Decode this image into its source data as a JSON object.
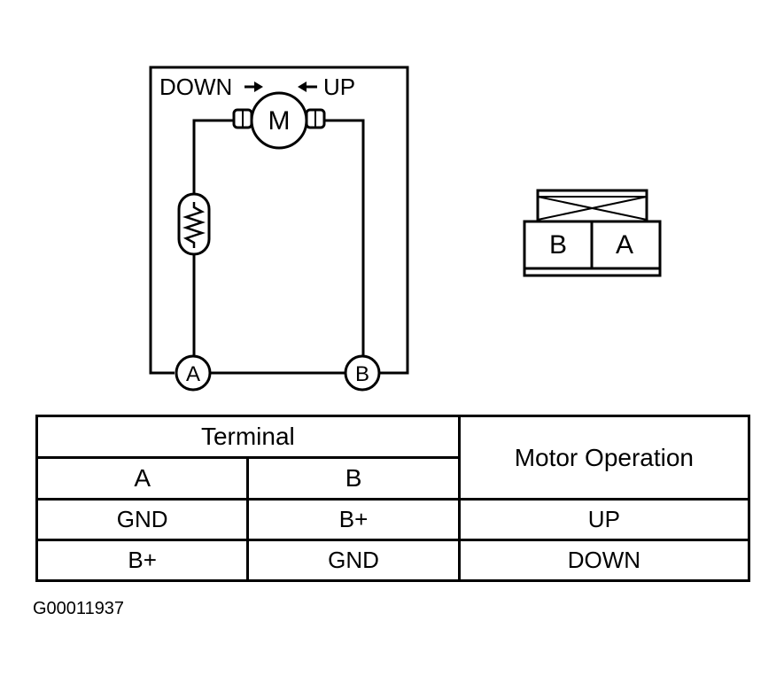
{
  "schematic": {
    "down_label": "DOWN",
    "up_label": "UP",
    "motor_label": "M",
    "terminal_a": "A",
    "terminal_b": "B"
  },
  "connector": {
    "pin_left": "B",
    "pin_right": "A"
  },
  "table": {
    "header_terminal": "Terminal",
    "header_operation": "Motor Operation",
    "col_a": "A",
    "col_b": "B",
    "rows": [
      {
        "a": "GND",
        "b": "B+",
        "operation": "UP"
      },
      {
        "a": "B+",
        "b": "GND",
        "operation": "DOWN"
      }
    ]
  },
  "figure_id": "G00011937"
}
